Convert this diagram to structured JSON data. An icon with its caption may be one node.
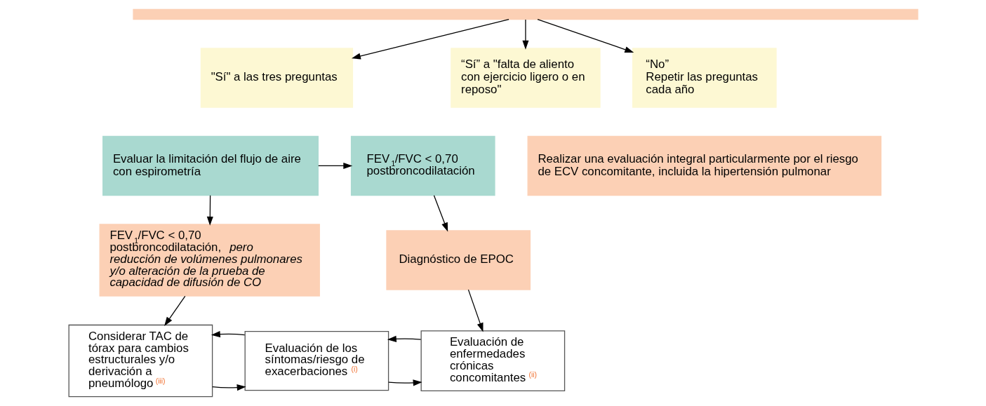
{
  "diagram": {
    "nodes": [
      {
        "text": [],
        "shape": "box"
      },
      {
        "text": [
          "\"Sí\" a las tres preguntas"
        ]
      },
      {
        "text": [
          "“Sí” a \"falta de aliento con ejercicio ligero o en reposo\""
        ]
      },
      {
        "text": [
          "“No”",
          "Repetir las preguntas cada año"
        ]
      },
      {
        "text": [
          "Evaluar la limitación del flujo de aire con espirometría"
        ]
      },
      {
        "text": [
          "FEV$_{1}$/FVC < 0,70 postbroncodilatación"
        ]
      },
      {
        "text": [
          "Realizar una evaluación integral particularmente por el riesgo de ECV concomitante, incluida la hipertensión pulmonar"
        ]
      },
      {
        "text": [
          "FEV$_{1}$/FVC < 0,70 postbroncodilatación, *pero reducción de volúmenes pulmonares y/o alteración de la prueba de capacidad de difusión de CO*"
        ]
      },
      {
        "text": [
          "Diagnóstico de EPOC"
        ]
      },
      {
        "text": [
          "Considerar TAC de tórax para cambios estructurales y/o derivación a pneumólogo$^{(iii)}$"
        ]
      },
      {
        "text": [
          "Evaluación de los síntomas/riesgo de exacerbaciones$^{(i)}$"
        ]
      },
      {
        "text": [
          "Evaluación de enfermedades crónicas concomitantes$^{(ii)}$"
        ]
      }
    ],
    "edges": [
      {
        "from": 0,
        "to": 1,
        "arrow": "to"
      },
      {
        "from": 0,
        "to": 2,
        "arrow": "to"
      },
      {
        "from": 0,
        "to": 3,
        "arrow": "to"
      },
      {
        "from": 4,
        "to": 5,
        "arrow": "to"
      },
      {
        "from": 4,
        "to": 7,
        "arrow": "to"
      },
      {
        "from": 5,
        "to": 8,
        "arrow": "to"
      },
      {
        "from": 7,
        "to": 9,
        "arrow": "to"
      },
      {
        "from": 8,
        "to": 11,
        "arrow": "to"
      },
      {
        "from": 9,
        "to": 10,
        "arrow": "to"
      },
      {
        "from": 10,
        "to": 9,
        "arrow": "to"
      },
      {
        "from": 10,
        "to": 11,
        "arrow": "to"
      },
      {
        "from": 11,
        "to": 10,
        "arrow": "to"
      }
    ]
  }
}
